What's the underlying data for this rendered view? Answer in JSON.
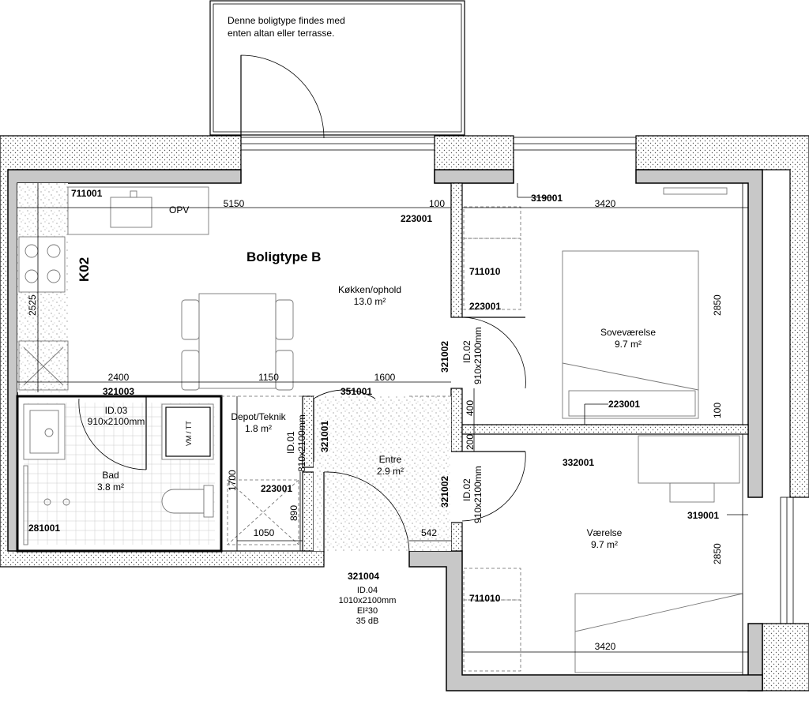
{
  "note": {
    "line1": "Denne boligtype findes med",
    "line2": "enten altan eller terrasse."
  },
  "title": "Boligtype B",
  "unit_code": "K02",
  "rooms": {
    "kitchen": {
      "name": "Køkken/ophold",
      "area": "13.0 m²"
    },
    "bedroom": {
      "name": "Soveværelse",
      "area": "9.7 m²"
    },
    "room": {
      "name": "Værelse",
      "area": "9.7 m²"
    },
    "bath": {
      "name": "Bad",
      "area": "3.8 m²"
    },
    "depot": {
      "name": "Depot/Teknik",
      "area": "1.8 m²"
    },
    "entry": {
      "name": "Entre",
      "area": "2.9 m²"
    }
  },
  "labels": {
    "opv": "OPV",
    "vm": "VM / TT"
  },
  "tags": {
    "t711001": "711001",
    "t223001a": "223001",
    "t223001b": "223001",
    "t223001c": "223001",
    "t223001d": "223001",
    "t319001a": "319001",
    "t319001b": "319001",
    "t711010a": "711010",
    "t711010b": "711010",
    "t321002a": "321002",
    "t321002b": "321002",
    "t321003": "321003",
    "t351001": "351001",
    "t321001": "321001",
    "t332001": "332001",
    "t281001": "281001",
    "t321004": "321004"
  },
  "doors": {
    "id03": {
      "id": "ID.03",
      "size": "910x2100mm"
    },
    "id01": {
      "id": "ID.01",
      "size": "810x2100mm"
    },
    "id02a": {
      "id": "ID.02",
      "size": "910x2100mm"
    },
    "id02b": {
      "id": "ID.02",
      "size": "910x2100mm"
    },
    "id04": {
      "id": "ID.04",
      "size": "1010x2100mm",
      "fire": "EI²30",
      "sound": "35 dB"
    }
  },
  "dims": {
    "d5150": "5150",
    "d100a": "100",
    "d3420a": "3420",
    "d2525": "2525",
    "d2850a": "2850",
    "d2400": "2400",
    "d1150": "1150",
    "d1600": "1600",
    "d400": "400",
    "d100b": "100",
    "d200": "200",
    "d1700": "1700",
    "d890": "890",
    "d1050": "1050",
    "d542": "542",
    "d2850b": "2850",
    "d3420b": "3420"
  }
}
